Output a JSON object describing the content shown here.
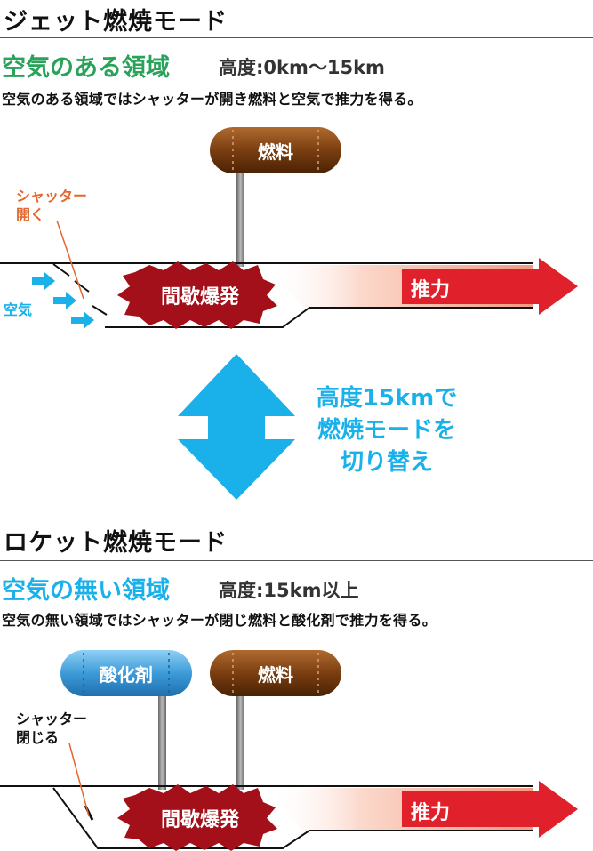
{
  "colors": {
    "green": "#2aa35a",
    "cyan": "#1ab0ea",
    "orange": "#e3672e",
    "fuel": "#7a3e10",
    "oxidizer": "#3d9bd8",
    "burst": "#a3101a",
    "thrust": "#e0202a"
  },
  "jet": {
    "title": "ジェット燃焼モード",
    "region_title": "空気のある領域",
    "altitude": "高度:0km〜15km",
    "description": "空気のある領域ではシャッターが開き燃料と空気で推力を得る。",
    "fuel_label": "燃料",
    "shutter_line1": "シャッター",
    "shutter_line2": "開く",
    "air_label": "空気",
    "burst_label": "間歇爆発",
    "thrust_label": "推力"
  },
  "switch": {
    "line1": "高度15kmで",
    "line2": "燃焼モードを",
    "line3": "切り替え"
  },
  "rocket": {
    "title": "ロケット燃焼モード",
    "region_title": "空気の無い領域",
    "altitude": "高度:15km以上",
    "description": "空気の無い領域ではシャッターが閉じ燃料と酸化剤で推力を得る。",
    "oxidizer_label": "酸化剤",
    "fuel_label": "燃料",
    "shutter_line1": "シャッター",
    "shutter_line2": "閉じる",
    "burst_label": "間歇爆発",
    "thrust_label": "推力"
  }
}
